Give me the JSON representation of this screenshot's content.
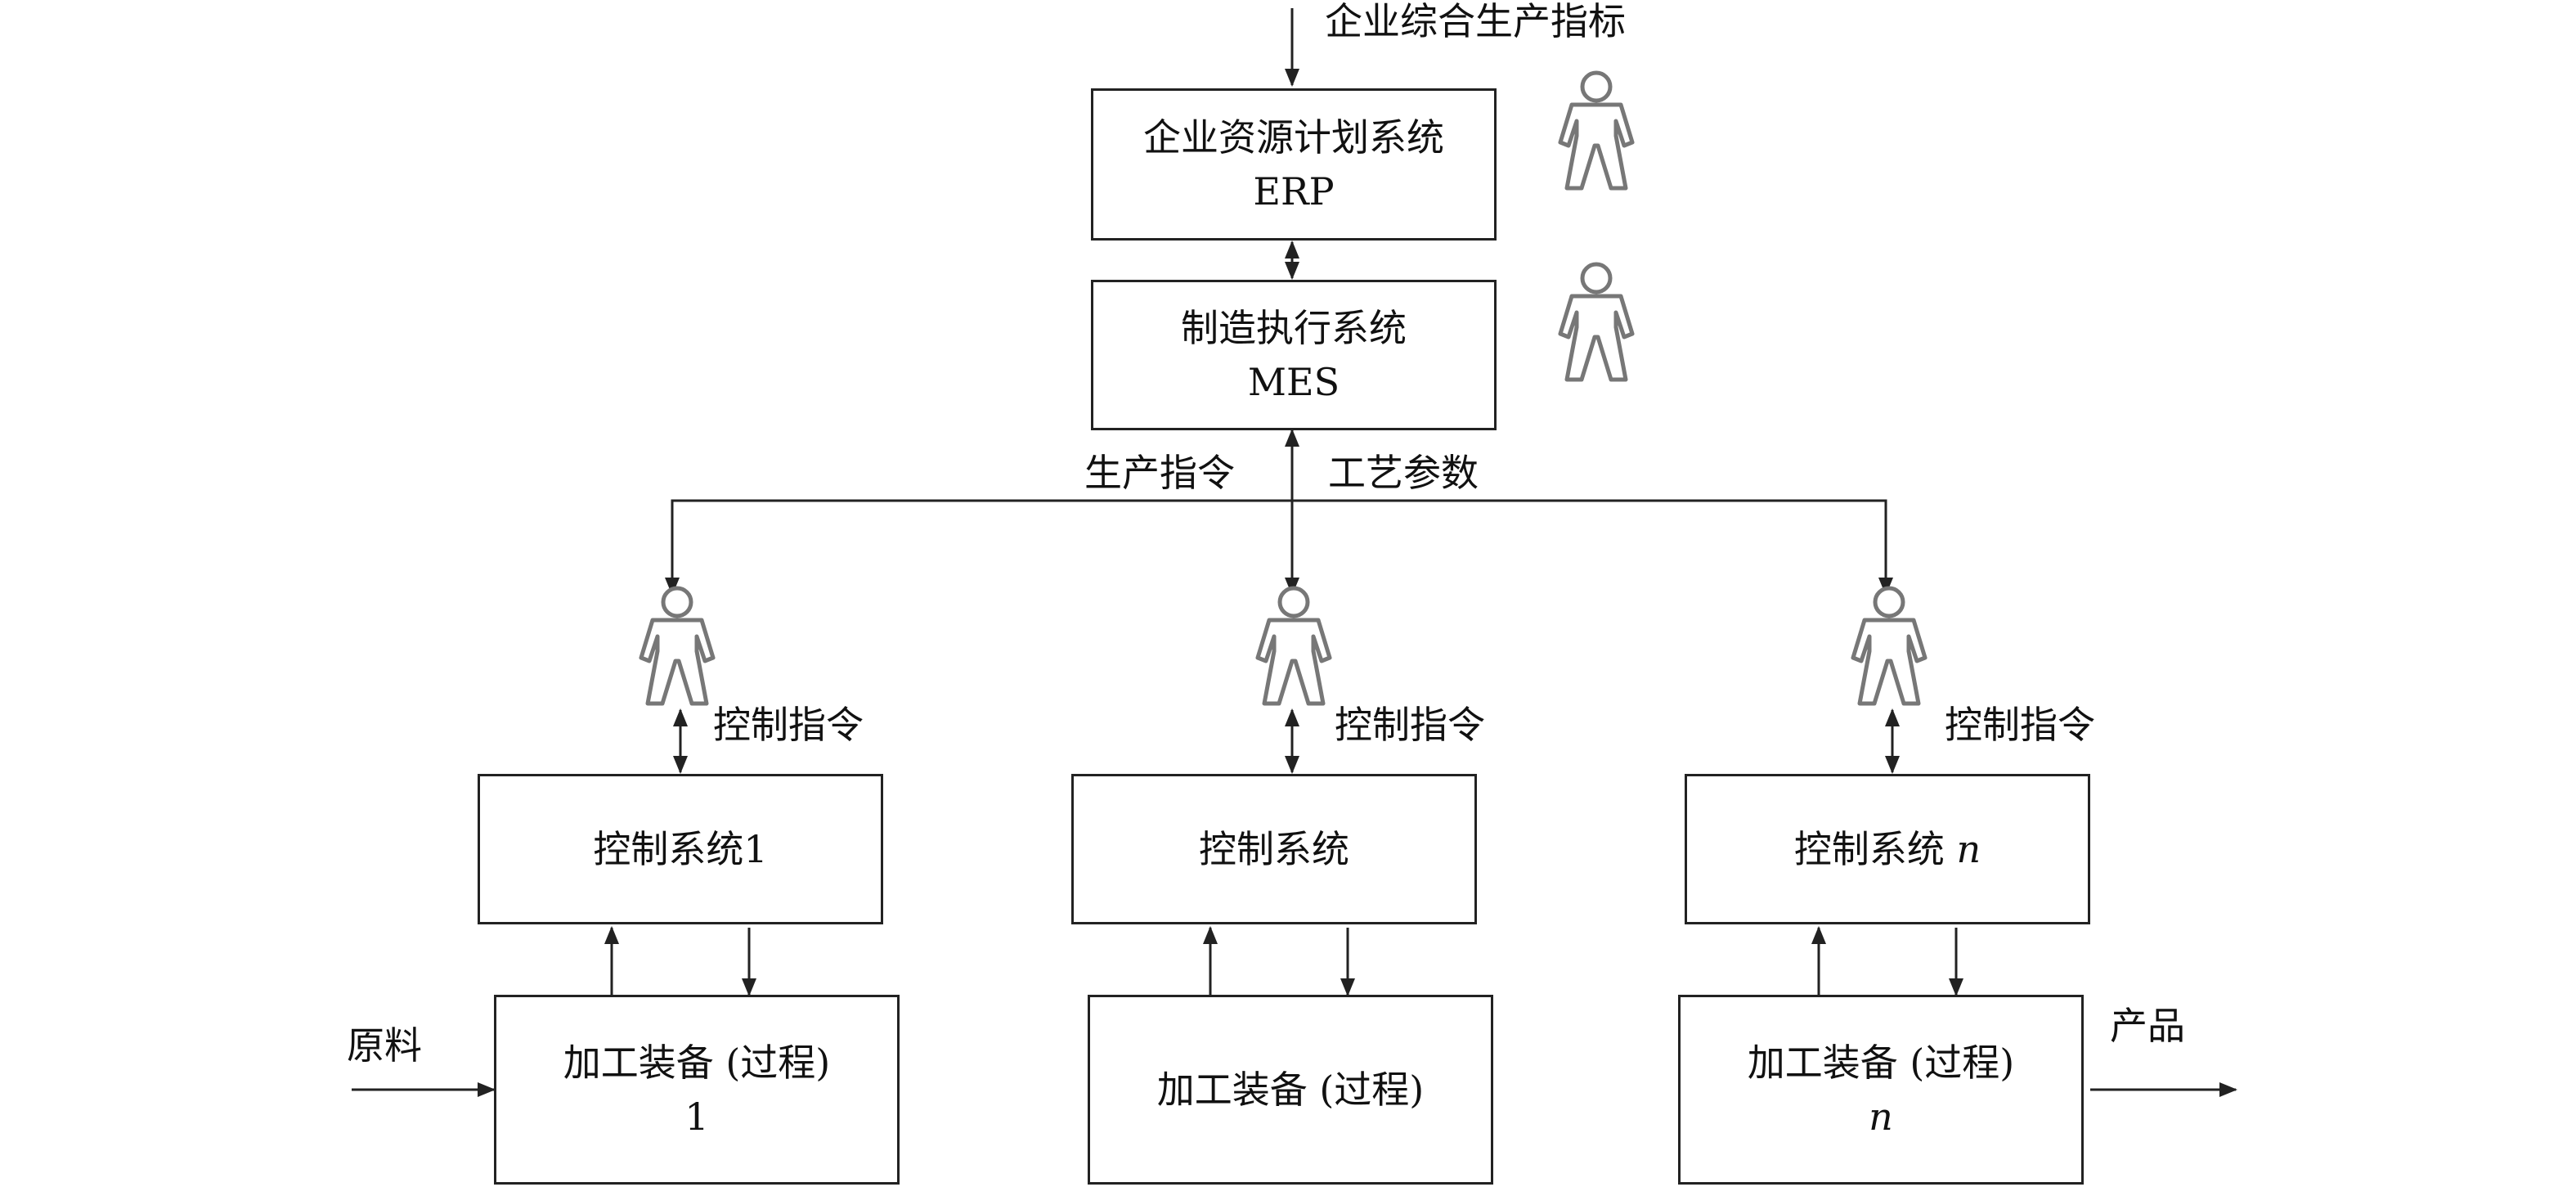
{
  "top_input": "企业综合生产指标",
  "erp": {
    "line1": "企业资源计划系统",
    "line2": "ERP"
  },
  "mes": {
    "line1": "制造执行系统",
    "line2": "MES"
  },
  "mes_labels": {
    "left": "生产指令",
    "right": "工艺参数"
  },
  "control_command": "控制指令",
  "control_systems": [
    {
      "name": "控制系统1",
      "suffix": ""
    },
    {
      "name": "控制系统",
      "suffix": ""
    },
    {
      "name": "控制系统 ",
      "suffix": "n"
    }
  ],
  "equipment": [
    {
      "line1": "加工装备 (过程)",
      "line2": "1"
    },
    {
      "line1": "加工装备 (过程)",
      "line2": ""
    },
    {
      "line1": "加工装备 (过程)",
      "line2": "n"
    }
  ],
  "raw_material": "原料",
  "product": "产品",
  "colors": {
    "line": "#222222",
    "person_fill": "#ffffff",
    "person_stroke": "#777777"
  }
}
